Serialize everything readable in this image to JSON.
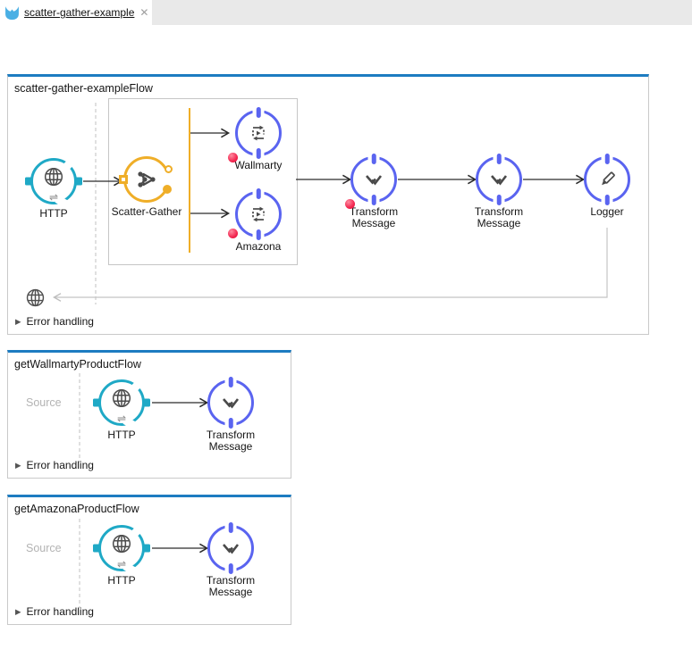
{
  "tab": {
    "title": "scatter-gather-example"
  },
  "icons": {
    "close": "✕",
    "expander": "▶",
    "exchange": "⇌",
    "mule-logo": "mule-logo",
    "globe": "globe",
    "pencil": "pencil",
    "dataweave": "transform-chevrons",
    "flow-ref": "flow-reference-loop",
    "scatter": "scatter-gather-split"
  },
  "colors": {
    "flow_top_border": "#1d7cc1",
    "http_teal": "#1fa9c6",
    "processor_blue": "#5a64f0",
    "scatter_amber": "#efae28",
    "error_red": "#f2244e",
    "tab_strip_gray": "#e9e9e9",
    "connector_black": "#2a2a2a",
    "return_line_gray": "#bfbfbf"
  },
  "flows": [
    {
      "title": "scatter-gather-exampleFlow",
      "error_handling": "Error handling",
      "nodes": [
        {
          "type": "http",
          "label": "HTTP"
        },
        {
          "type": "scatter-gather",
          "label": "Scatter-Gather"
        },
        {
          "type": "flow-reference",
          "label": "Wallmarty",
          "error": true
        },
        {
          "type": "flow-reference",
          "label": "Amazona",
          "error": true
        },
        {
          "type": "transform-message",
          "label": "Transform\nMessage",
          "error": true
        },
        {
          "type": "transform-message",
          "label": "Transform\nMessage"
        },
        {
          "type": "logger",
          "label": "Logger"
        }
      ]
    },
    {
      "title": "getWallmartyProductFlow",
      "source_label": "Source",
      "error_handling": "Error handling",
      "nodes": [
        {
          "type": "http",
          "label": "HTTP"
        },
        {
          "type": "transform-message",
          "label": "Transform\nMessage"
        }
      ]
    },
    {
      "title": "getAmazonaProductFlow",
      "source_label": "Source",
      "error_handling": "Error handling",
      "nodes": [
        {
          "type": "http",
          "label": "HTTP"
        },
        {
          "type": "transform-message",
          "label": "Transform\nMessage"
        }
      ]
    }
  ]
}
